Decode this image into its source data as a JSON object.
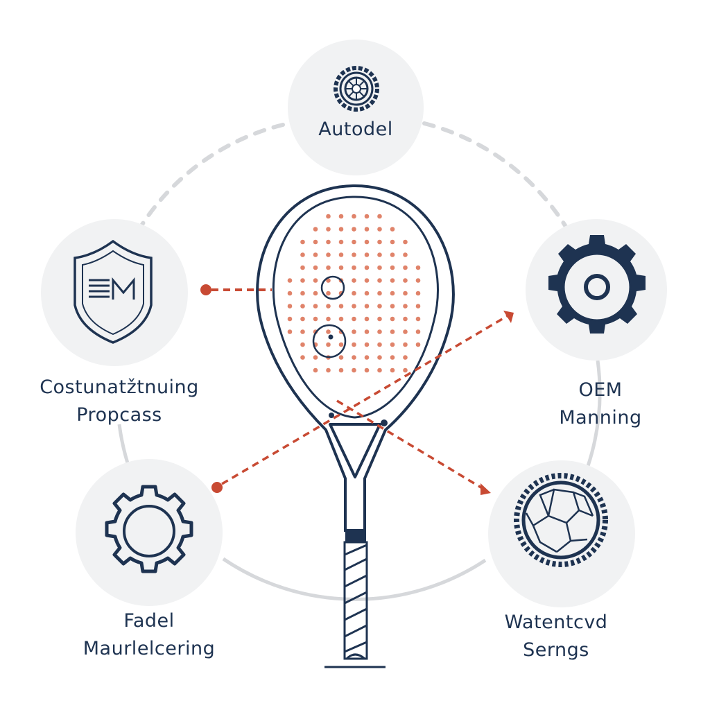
{
  "colors": {
    "navy": "#1e3351",
    "accent": "#c84a33",
    "dot": "#e0836a",
    "ring": "#d6d8db",
    "node_fill": "#f1f2f3"
  },
  "nodes": {
    "top": {
      "title": "Autodel",
      "icon": "wheel-icon"
    },
    "left": {
      "line1": "Costunatžtnuing",
      "line2": "Propcass",
      "icon": "shield-icon"
    },
    "right": {
      "line1": "OEM",
      "line2": "Manning",
      "icon": "gear-icon"
    },
    "bottom_left": {
      "line1": "Fadel",
      "line2": "Maurlelcering",
      "icon": "gear-icon"
    },
    "bottom_right": {
      "line1": "Watentcvd",
      "line2": "Serngs",
      "icon": "wheel-icon"
    }
  },
  "center": {
    "icon": "padel-racket-icon"
  }
}
